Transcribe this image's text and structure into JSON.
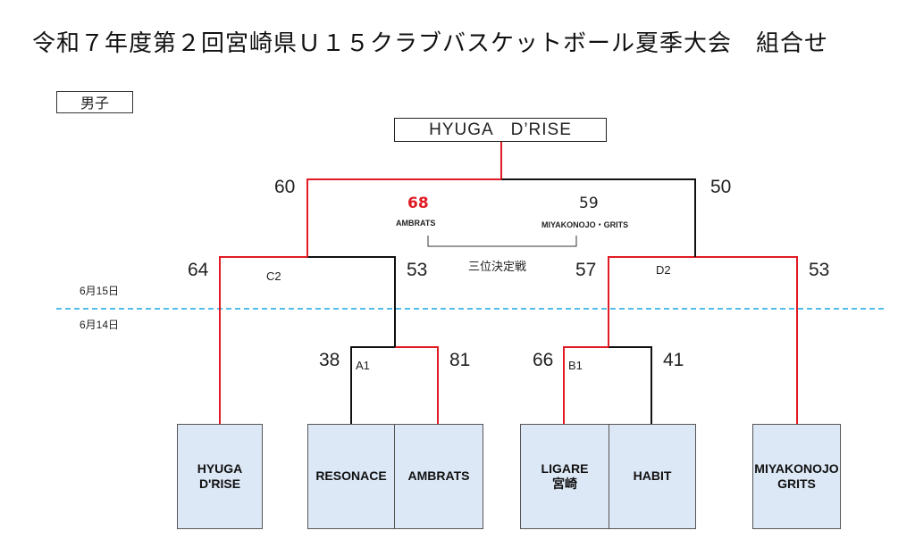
{
  "title": "令和７年度第２回宮崎県Ｕ１５クラブバスケットボール夏季大会　組合せ",
  "division": "男子",
  "champion": "HYUGA　D’RISE",
  "dates": {
    "day2": "6月15日",
    "day1": "6月14日"
  },
  "colors": {
    "winner_line": "#e01b24",
    "normal_line": "#111111",
    "date_divider": "#1aa7e0",
    "team_box": "#dde8f6",
    "third_place_winner_score": "#e01b24"
  },
  "teams": [
    {
      "id": "hyuga",
      "name": "HYUGA\nD'RISE"
    },
    {
      "id": "resonace",
      "name": "RESONACE"
    },
    {
      "id": "ambrats",
      "name": "AMBRATS"
    },
    {
      "id": "ligare",
      "name": "LIGARE\n宮崎"
    },
    {
      "id": "habit",
      "name": "HABIT"
    },
    {
      "id": "miyakonojo",
      "name": "MIYAKONOJO\nGRITS"
    }
  ],
  "games": {
    "A1": {
      "code": "A1",
      "left_score": "38",
      "right_score": "81"
    },
    "B1": {
      "code": "B1",
      "left_score": "66",
      "right_score": "41"
    },
    "C2": {
      "code": "C2",
      "left_score": "64",
      "right_score": "53"
    },
    "D2": {
      "code": "D2",
      "left_score": "57",
      "right_score": "53"
    },
    "final": {
      "left_score": "60",
      "right_score": "50"
    }
  },
  "third_place": {
    "label": "三位決定戦",
    "left_team": "AMBRATS",
    "left_score": "68",
    "right_team": "MIYAKONOJO・GRITS",
    "right_score": "59"
  }
}
